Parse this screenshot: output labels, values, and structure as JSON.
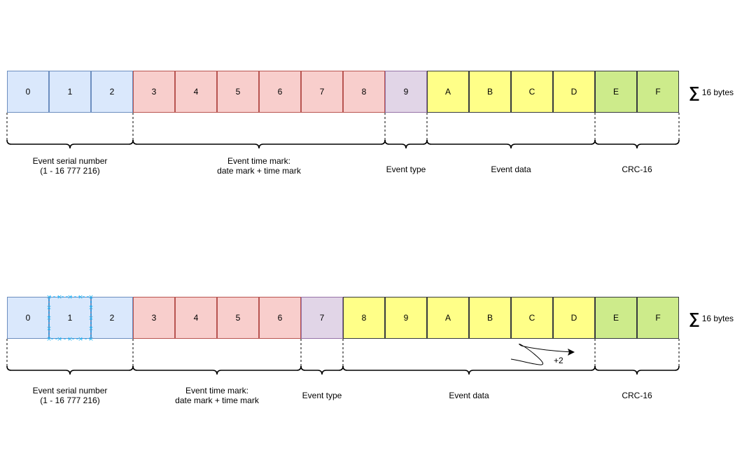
{
  "sum_symbol": "∑",
  "colors": {
    "serial": "#dae8fc",
    "time": "#f8cecc",
    "type": "#e1d5e7",
    "data": "#ffff88",
    "crc": "#cdeb8b"
  },
  "diagrams": [
    {
      "id": "top",
      "total": "16 bytes",
      "bytes": [
        {
          "label": "0",
          "group": "serial"
        },
        {
          "label": "1",
          "group": "serial"
        },
        {
          "label": "2",
          "group": "serial"
        },
        {
          "label": "3",
          "group": "time"
        },
        {
          "label": "4",
          "group": "time"
        },
        {
          "label": "5",
          "group": "time"
        },
        {
          "label": "6",
          "group": "time"
        },
        {
          "label": "7",
          "group": "time"
        },
        {
          "label": "8",
          "group": "time"
        },
        {
          "label": "9",
          "group": "type"
        },
        {
          "label": "A",
          "group": "data"
        },
        {
          "label": "B",
          "group": "data"
        },
        {
          "label": "C",
          "group": "data"
        },
        {
          "label": "D",
          "group": "data"
        },
        {
          "label": "E",
          "group": "crc"
        },
        {
          "label": "F",
          "group": "crc"
        }
      ],
      "fields": [
        {
          "name": "Event serial number\n(1 - 16 777 216)",
          "start": 0,
          "end": 2
        },
        {
          "name": "Event time mark:\ndate mark + time mark",
          "start": 3,
          "end": 8
        },
        {
          "name": "Event type",
          "start": 9,
          "end": 9
        },
        {
          "name": "Event data",
          "start": 10,
          "end": 13
        },
        {
          "name": "CRC-16",
          "start": 14,
          "end": 15
        }
      ]
    },
    {
      "id": "bottom",
      "total": "16 bytes",
      "shift_note": "+2",
      "bytes": [
        {
          "label": "0",
          "group": "serial"
        },
        {
          "label": "1",
          "group": "serial"
        },
        {
          "label": "2",
          "group": "serial"
        },
        {
          "label": "3",
          "group": "time"
        },
        {
          "label": "4",
          "group": "time"
        },
        {
          "label": "5",
          "group": "time"
        },
        {
          "label": "6",
          "group": "time"
        },
        {
          "label": "7",
          "group": "type"
        },
        {
          "label": "8",
          "group": "data"
        },
        {
          "label": "9",
          "group": "data"
        },
        {
          "label": "A",
          "group": "data"
        },
        {
          "label": "B",
          "group": "data"
        },
        {
          "label": "C",
          "group": "data"
        },
        {
          "label": "D",
          "group": "data"
        },
        {
          "label": "E",
          "group": "crc"
        },
        {
          "label": "F",
          "group": "crc"
        }
      ],
      "fields": [
        {
          "name": "Event serial number\n(1 - 16 777 216)",
          "start": 0,
          "end": 2
        },
        {
          "name": "Event time mark:\ndate mark + time mark",
          "start": 3,
          "end": 6
        },
        {
          "name": "Event type",
          "start": 7,
          "end": 7
        },
        {
          "name": "Event data",
          "start": 8,
          "end": 13
        },
        {
          "name": "CRC-16",
          "start": 14,
          "end": 15
        }
      ]
    }
  ]
}
